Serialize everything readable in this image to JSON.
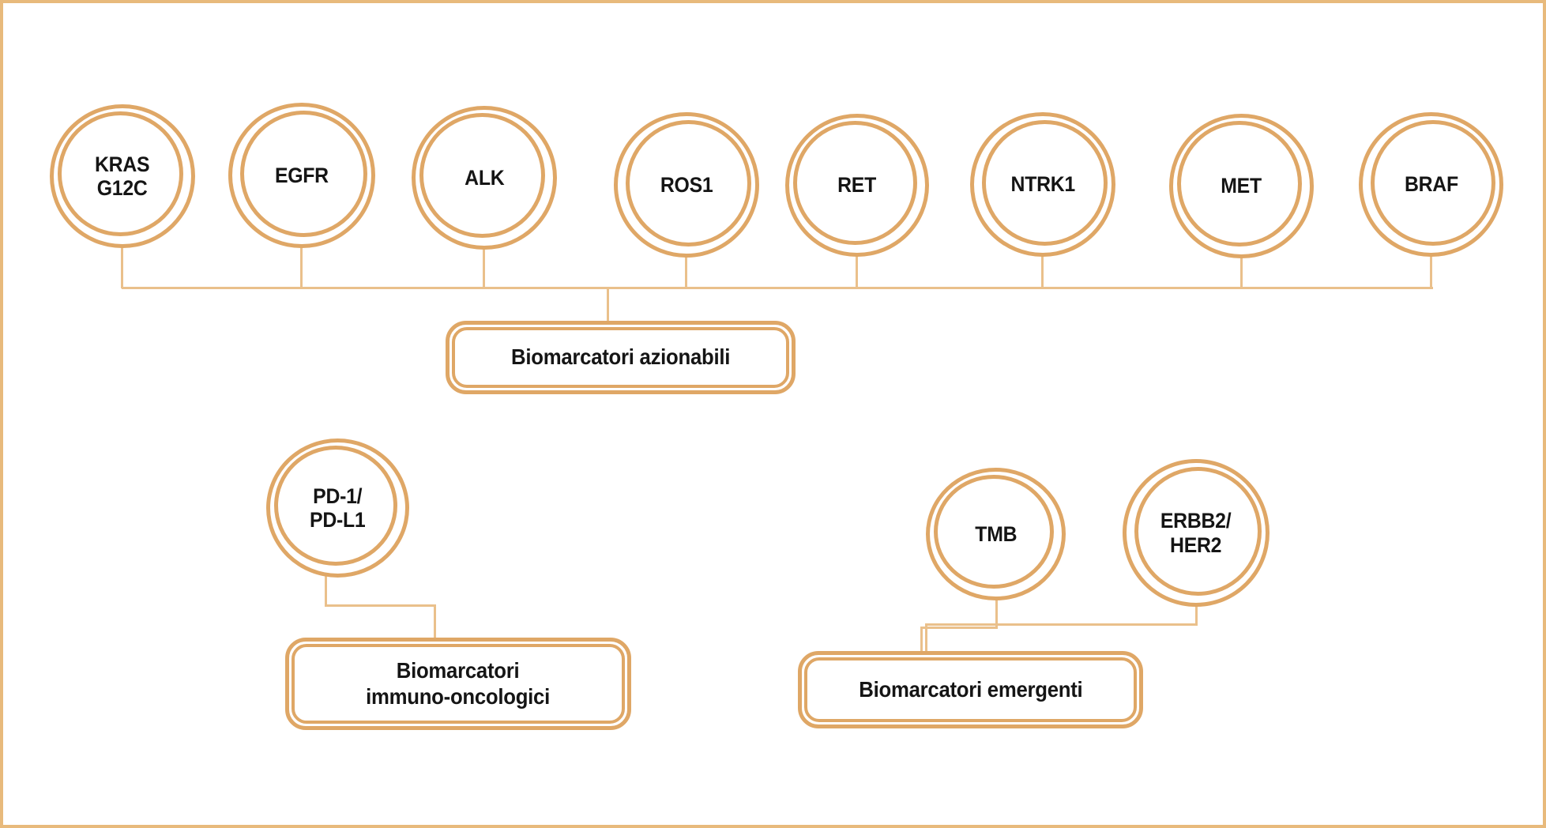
{
  "colors": {
    "accent": "#dfa766",
    "connector": "#eac08b",
    "frame_border": "#e8ba7c",
    "ink": "#151515",
    "background": "#ffffff"
  },
  "nodes": {
    "kras": {
      "label": "KRAS\nG12C"
    },
    "egfr": {
      "label": "EGFR"
    },
    "alk": {
      "label": "ALK"
    },
    "ros1": {
      "label": "ROS1"
    },
    "ret": {
      "label": "RET"
    },
    "ntrk1": {
      "label": "NTRK1"
    },
    "met": {
      "label": "MET"
    },
    "braf": {
      "label": "BRAF"
    },
    "pd1_pdl1": {
      "label": "PD-1/\nPD-L1"
    },
    "tmb": {
      "label": "TMB"
    },
    "erbb2_her2": {
      "label": "ERBB2/\nHER2"
    }
  },
  "groups": {
    "azionabili": {
      "label": "Biomarcatori azionabili",
      "members": [
        "KRAS G12C",
        "EGFR",
        "ALK",
        "ROS1",
        "RET",
        "NTRK1",
        "MET",
        "BRAF"
      ]
    },
    "immuno": {
      "label": "Biomarcatori\nimmuno-oncologici",
      "members": [
        "PD-1/PD-L1"
      ]
    },
    "emergenti": {
      "label": "Biomarcatori emergenti",
      "members": [
        "TMB",
        "ERBB2/HER2"
      ]
    }
  }
}
